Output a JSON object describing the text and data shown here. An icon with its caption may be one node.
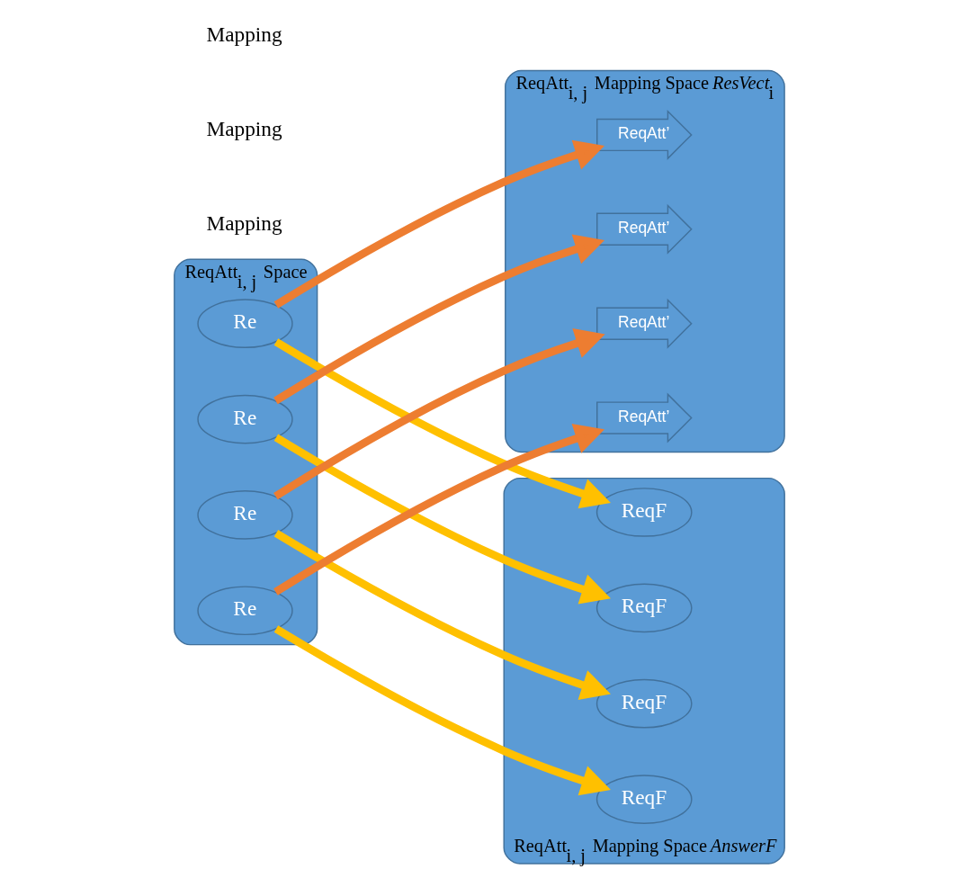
{
  "diagram": {
    "nodes": [
      {
        "text": [
          "ReqAtt$_{i, j}$ Space"
        ]
      },
      {
        "text": [
          "Re"
        ],
        "in": 0
      },
      {
        "text": [
          "Re"
        ],
        "in": 0
      },
      {
        "text": [
          "Re"
        ],
        "in": 0
      },
      {
        "text": [
          "Re"
        ],
        "in": 0
      },
      {
        "text": [
          "ReqAtt$_{i, j}$ Mapping Space *ResVect*$_{i}$"
        ]
      },
      {
        "text": [
          "ReqAtt’"
        ],
        "in": 5
      },
      {
        "text": [
          "ReqAtt’"
        ],
        "in": 5
      },
      {
        "text": [
          "ReqAtt’"
        ],
        "in": 5
      },
      {
        "text": [
          "ReqAtt’"
        ],
        "in": 5
      },
      {
        "text": [
          "ReqAtt$_{i, j}$ Mapping Space *AnswerF*"
        ]
      },
      {
        "text": [
          "ReqF"
        ],
        "in": 10
      },
      {
        "text": [
          "ReqF"
        ],
        "in": 10
      },
      {
        "text": [
          "ReqF"
        ],
        "in": 10
      },
      {
        "text": [
          "ReqF"
        ],
        "in": 10
      }
    ],
    "edges": [
      {
        "from": 1,
        "to": 6,
        "arrow": "to",
        "color": "#ed7d31"
      },
      {
        "from": 2,
        "to": 7,
        "arrow": "to",
        "color": "#ed7d31"
      },
      {
        "from": 3,
        "to": 8,
        "arrow": "to",
        "color": "#ed7d31"
      },
      {
        "from": 4,
        "to": 9,
        "arrow": "to",
        "color": "#ed7d31"
      },
      {
        "from": 1,
        "to": 12,
        "arrow": "to"
      },
      {
        "from": 2,
        "to": 14,
        "arrow": "to"
      },
      {
        "from": 3,
        "to": 13,
        "arrow": "to"
      },
      {
        "from": 4,
        "to": 11,
        "arrow": "to"
      }
    ],
    "labels": [
      "Mapping",
      "Mapping",
      "Mapping"
    ]
  }
}
